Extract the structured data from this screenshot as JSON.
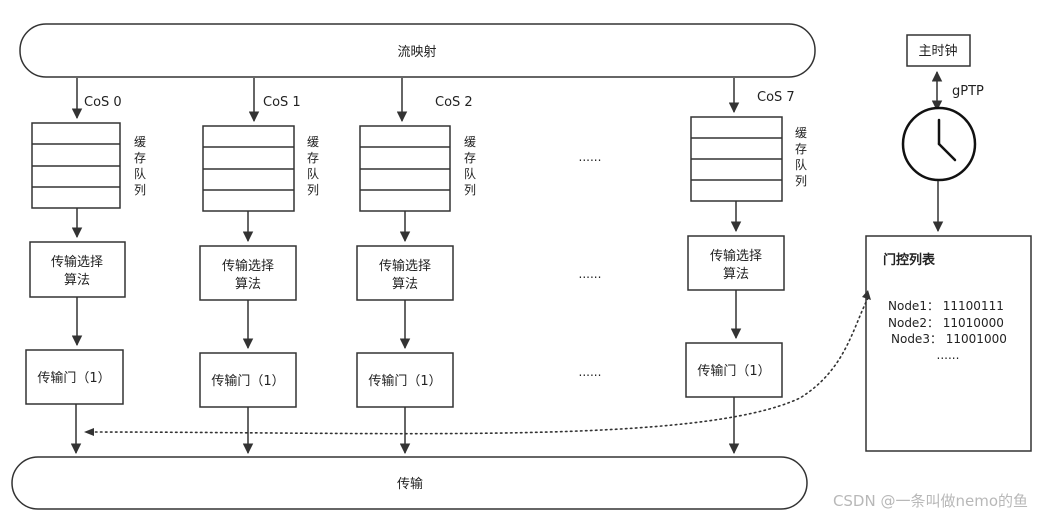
{
  "flow_mapping": "流映射",
  "transmission": "传输",
  "master_clock": "主时钟",
  "gptp": "gPTP",
  "columns": [
    {
      "cos": "CoS 0",
      "queue": "缓存队列",
      "tsa_line1": "传输选择",
      "tsa_line2": "算法",
      "gate": "传输门（1）"
    },
    {
      "cos": "CoS 1",
      "queue": "缓存队列",
      "tsa_line1": "传输选择",
      "tsa_line2": "算法",
      "gate": "传输门（1）"
    },
    {
      "cos": "CoS 2",
      "queue": "缓存队列",
      "tsa_line1": "传输选择",
      "tsa_line2": "算法",
      "gate": "传输门（1）"
    },
    {
      "cos": "CoS 7",
      "queue": "缓存队列",
      "tsa_line1": "传输选择",
      "tsa_line2": "算法",
      "gate": "传输门（1）"
    }
  ],
  "ellipsis": "......",
  "gate_list": {
    "title": "门控列表",
    "entries": [
      "Node1： 11100111",
      "Node2： 11010000",
      "Node3： 11001000"
    ],
    "more": "......"
  },
  "watermark": "CSDN @一条叫做nemo的鱼"
}
